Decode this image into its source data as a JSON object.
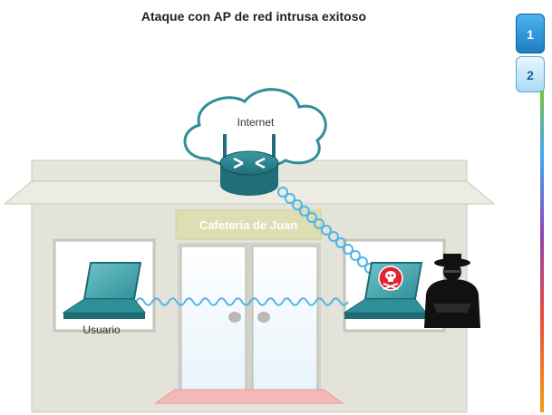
{
  "title": "Ataque con AP de red intrusa exitoso",
  "labels": {
    "internet": "Internet",
    "cafe_sign": "Cafetería de Juan",
    "user": "Usuario"
  },
  "steps": [
    "1",
    "2"
  ],
  "active_step": "1"
}
